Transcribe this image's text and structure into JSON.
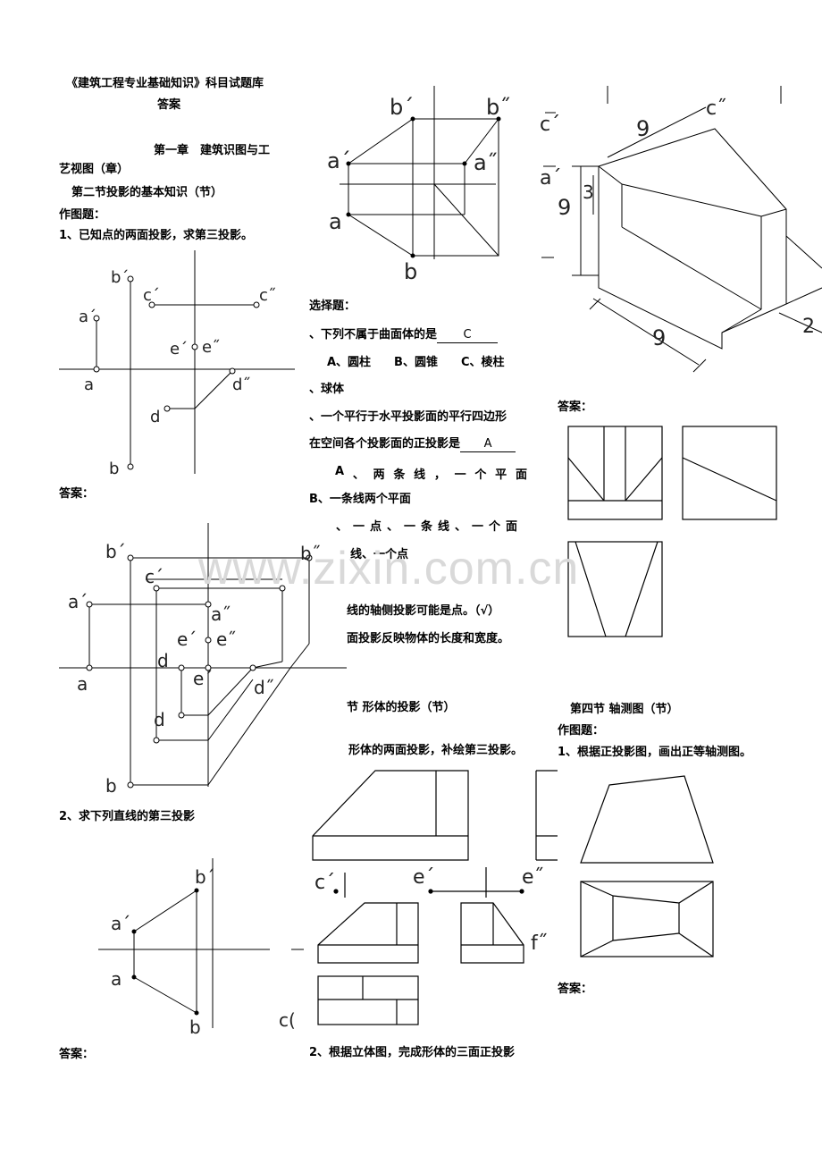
{
  "col1": {
    "title": "《建筑工程专业基础知识》科目试题库",
    "title2": "答案",
    "chapter1": "第一章　建筑识图与工",
    "chapter1b": "艺视图（章）",
    "section2": "第二节投影的基本知识（节）",
    "drawing_label": "作图题：",
    "q1": "1、已知点的两面投影，求第三投影。",
    "answer1": "答案：",
    "q2": "2、求下列直线的第三投影",
    "answer2": "答案："
  },
  "col2": {
    "choice_label": "选择题：",
    "q1": "、下列不属于曲面体的是",
    "q1_answer": "C",
    "q1_opts": "A、圆柱　　B、圆锥　　C、棱柱",
    "q1_opt_d": "、球体",
    "q2a": "、一个平行于水平投影面的平行四边形",
    "q2b": "在空间各个投影面的正投影是",
    "q2_answer": "A",
    "q2_opt_a": [
      "A",
      "、",
      "两",
      "条",
      "线",
      "，",
      "一",
      "个",
      "平",
      "面"
    ],
    "q2_opt_b": "B、一条线两个平面",
    "q2_opt_c": "、一点、一条线、一个面",
    "q2_opt_d": "线、一个点",
    "judge1": "线的轴侧投影可能是点。（√）",
    "judge2": "面投影反映物体的长度和宽度。",
    "section3": "节 形体的投影（节）",
    "q3": "形体的两面投影，补绘第三投影。",
    "q4": "2、根据立体图，完成形体的三面正投影"
  },
  "col3": {
    "answer": "答案：",
    "section4": "第四节 轴测图（节）",
    "drawing_label": "作图题：",
    "q1": "1、根据正投影图，画出正等轴测图。",
    "answer2": "答案："
  },
  "fig_labels": {
    "p_a1": "a´",
    "p_a": "a",
    "p_b1": "b´",
    "p_b": "b",
    "p_c1": "c´",
    "p_c2": "c˝",
    "p_d": "d",
    "p_d2": "d˝",
    "p_e1": "e´",
    "p_e2": "e˝",
    "p_b2": "b˝",
    "p_a2": "a˝",
    "dim9": "9",
    "dim3": "3",
    "dim2": "2"
  },
  "watermark": "www.zixin.com.cn"
}
